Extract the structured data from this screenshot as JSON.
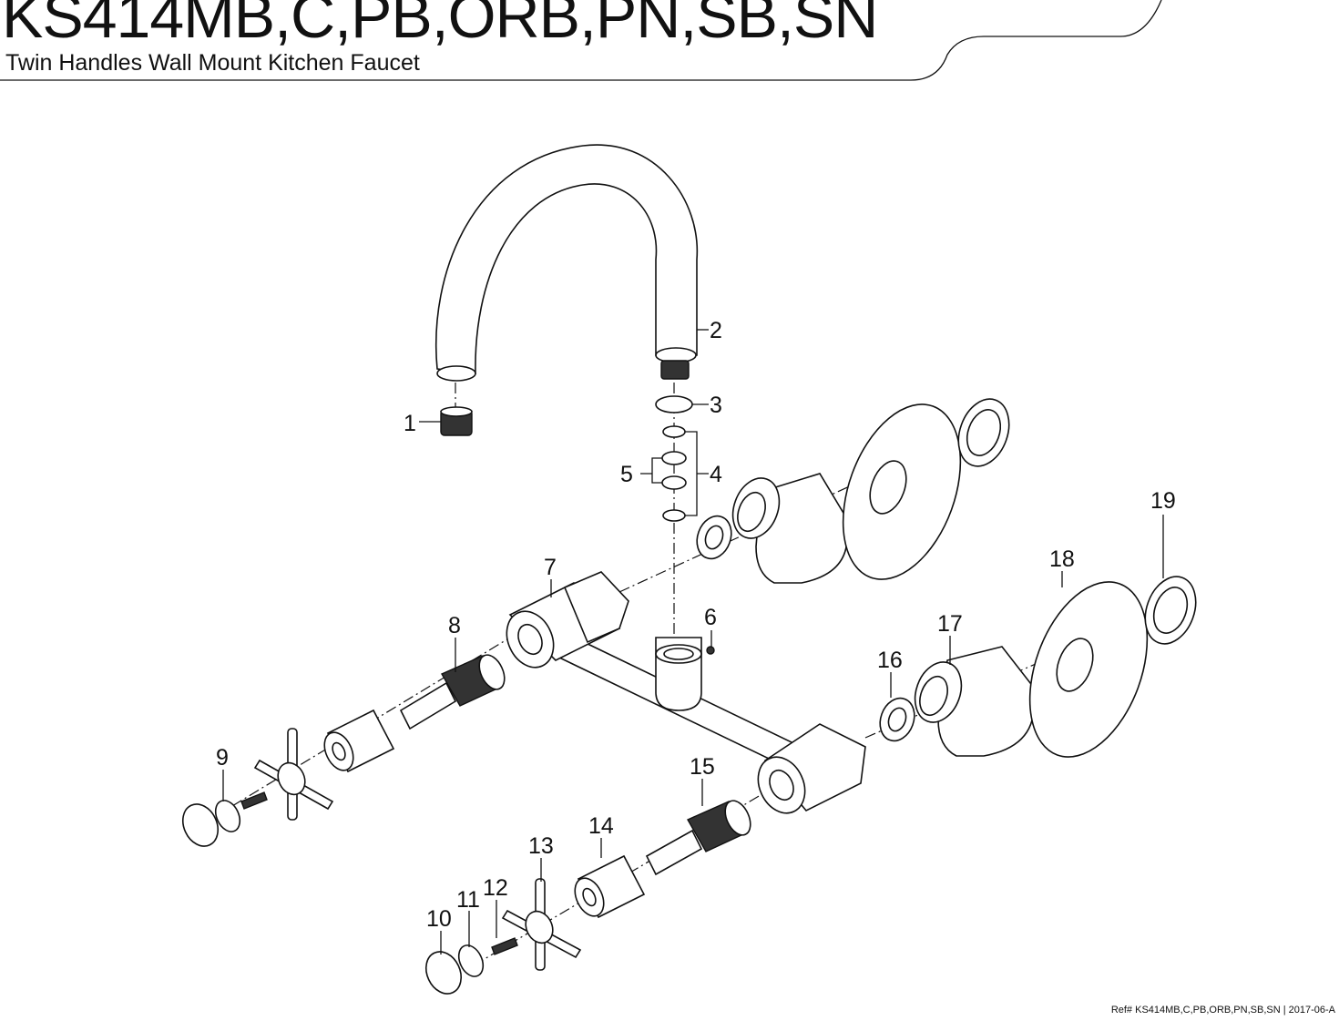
{
  "header": {
    "model": "KS414MB,C,PB,ORB,PN,SB,SN",
    "subtitle": "Twin Handles Wall Mount Kitchen Faucet"
  },
  "footer": {
    "ref": "Ref# KS414MB,C,PB,ORB,PN,SB,SN | 2017-06-A"
  },
  "callouts": [
    "1",
    "2",
    "3",
    "4",
    "5",
    "6",
    "7",
    "8",
    "9",
    "10",
    "11",
    "12",
    "13",
    "14",
    "15",
    "16",
    "17",
    "18",
    "19"
  ]
}
